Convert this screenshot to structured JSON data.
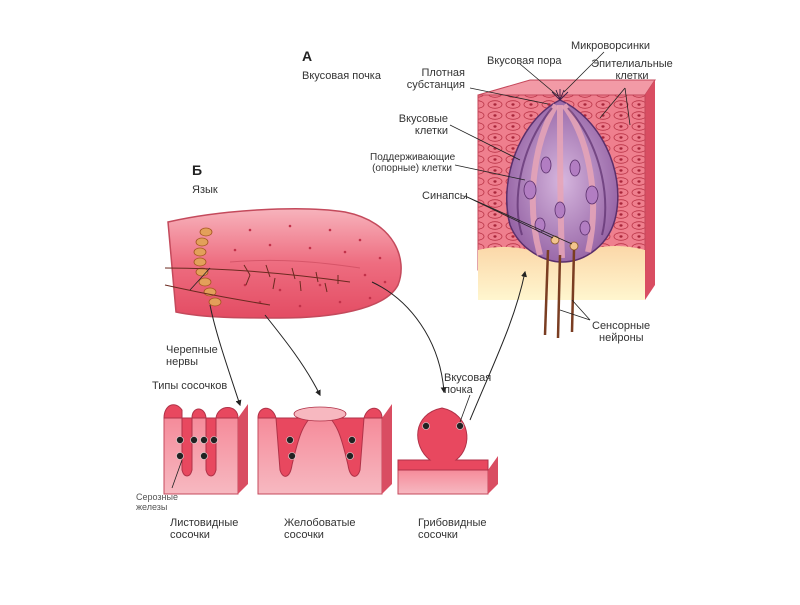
{
  "section_a": {
    "letter": "А",
    "title": "Вкусовая почка",
    "labels": {
      "taste_pore": "Вкусовая пора",
      "microvilli": "Микроворсинки",
      "dense_substance_1": "Плотная",
      "dense_substance_2": "субстанция",
      "epithelial_1": "Эпителиальные",
      "epithelial_2": "клетки",
      "taste_cells_1": "Вкусовые",
      "taste_cells_2": "клетки",
      "supporting_1": "Поддерживающие",
      "supporting_2": "(опорные) клетки",
      "synapses": "Синапсы",
      "sensory_1": "Сенсорные",
      "sensory_2": "нейроны"
    }
  },
  "section_b": {
    "letter": "Б",
    "title": "Язык",
    "labels": {
      "cranial_1": "Черепные",
      "cranial_2": "нервы",
      "papilla_types": "Типы сосочков",
      "taste_bud_1": "Вкусовая",
      "taste_bud_2": "почка",
      "serous_1": "Серозные",
      "serous_2": "железы",
      "foliate_1": "Листовидные",
      "foliate_2": "сосочки",
      "vallate_1": "Желобоватые",
      "vallate_2": "сосочки",
      "fungiform_1": "Грибовидные",
      "fungiform_2": "сосочки"
    }
  },
  "colors": {
    "tissue_pink": "#e8485f",
    "tissue_light": "#f5a3ad",
    "tongue_light": "#f7b8c0",
    "bud_purple": "#7a4c8c",
    "bud_light": "#c7a3d3",
    "nerve_orange": "#d96d2b",
    "base_yellow": "#fbe9a0"
  }
}
